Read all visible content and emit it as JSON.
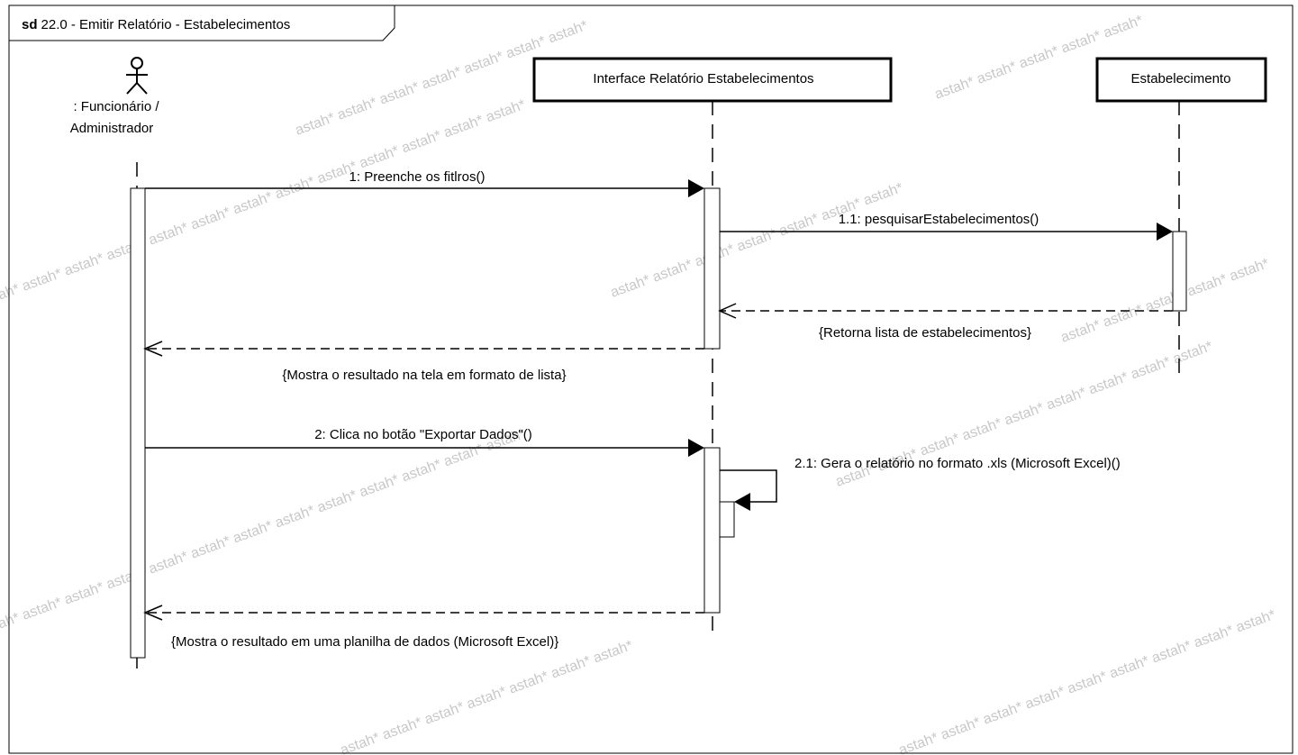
{
  "frame": {
    "keyword": "sd",
    "title": "22.0 - Emitir Relatório - Estabelecimentos"
  },
  "actor": {
    "label_line1": ": Funcionário /",
    "label_line2": "Administrador"
  },
  "lifelines": {
    "interface": "Interface Relatório Estabelecimentos",
    "estabelecimento": "Estabelecimento"
  },
  "messages": {
    "m1": "1: Preenche os fitlros()",
    "m1_1": "1.1: pesquisarEstabelecimentos()",
    "r1_1": "{Retorna lista de estabelecimentos}",
    "r1": "{Mostra o resultado na tela em formato de lista}",
    "m2": "2: Clica no botão \"Exportar Dados\"()",
    "m2_1": "2.1: Gera o relatório no formato .xls (Microsoft Excel)()",
    "r2": "{Mostra o resultado em uma planilha de dados (Microsoft Excel)}"
  },
  "watermark": {
    "text": "astah*",
    "color": "#c8c8c8"
  }
}
